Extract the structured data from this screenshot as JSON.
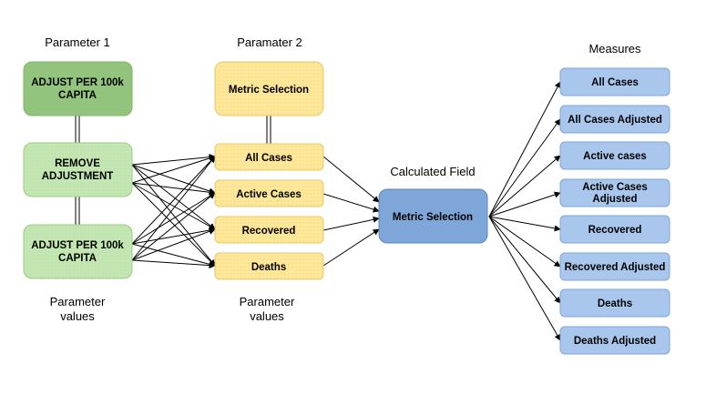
{
  "colors": {
    "green_dark_fill": "#93c47d",
    "green_dark_stroke": "#82b366",
    "green_light_fill": "#c3e6b3",
    "green_light_stroke": "#9ccc82",
    "yellow_fill": "#fde79a",
    "yellow_stroke": "#e8c96a",
    "blue_dark_fill": "#7ea6d9",
    "blue_dark_stroke": "#5b84be",
    "blue_light_fill": "#a9c6ec",
    "blue_light_stroke": "#7ea6d9"
  },
  "parameter1": {
    "title": "Parameter 1",
    "top_box": [
      "ADJUST PER 100k",
      "CAPITA"
    ],
    "options": [
      [
        "REMOVE",
        "ADJUSTMENT"
      ],
      [
        "ADJUST PER 100k",
        "CAPITA"
      ]
    ],
    "footer": [
      "Parameter",
      "values"
    ]
  },
  "parameter2": {
    "title": "Paramater 2",
    "top_box": "Metric Selection",
    "options": [
      "All Cases",
      "Active Cases",
      "Recovered",
      "Deaths"
    ],
    "footer": [
      "Parameter",
      "values"
    ]
  },
  "calculated_field": {
    "title": "Calculated Field",
    "box": "Metric Selection"
  },
  "measures": {
    "title": "Measures",
    "items": [
      [
        "All Cases"
      ],
      [
        "All Cases Adjusted"
      ],
      [
        "Active cases"
      ],
      [
        "Active Cases",
        "Adjusted"
      ],
      [
        "Recovered"
      ],
      [
        "Recovered Adjusted"
      ],
      [
        "Deaths"
      ],
      [
        "Deaths Adjusted"
      ]
    ]
  }
}
